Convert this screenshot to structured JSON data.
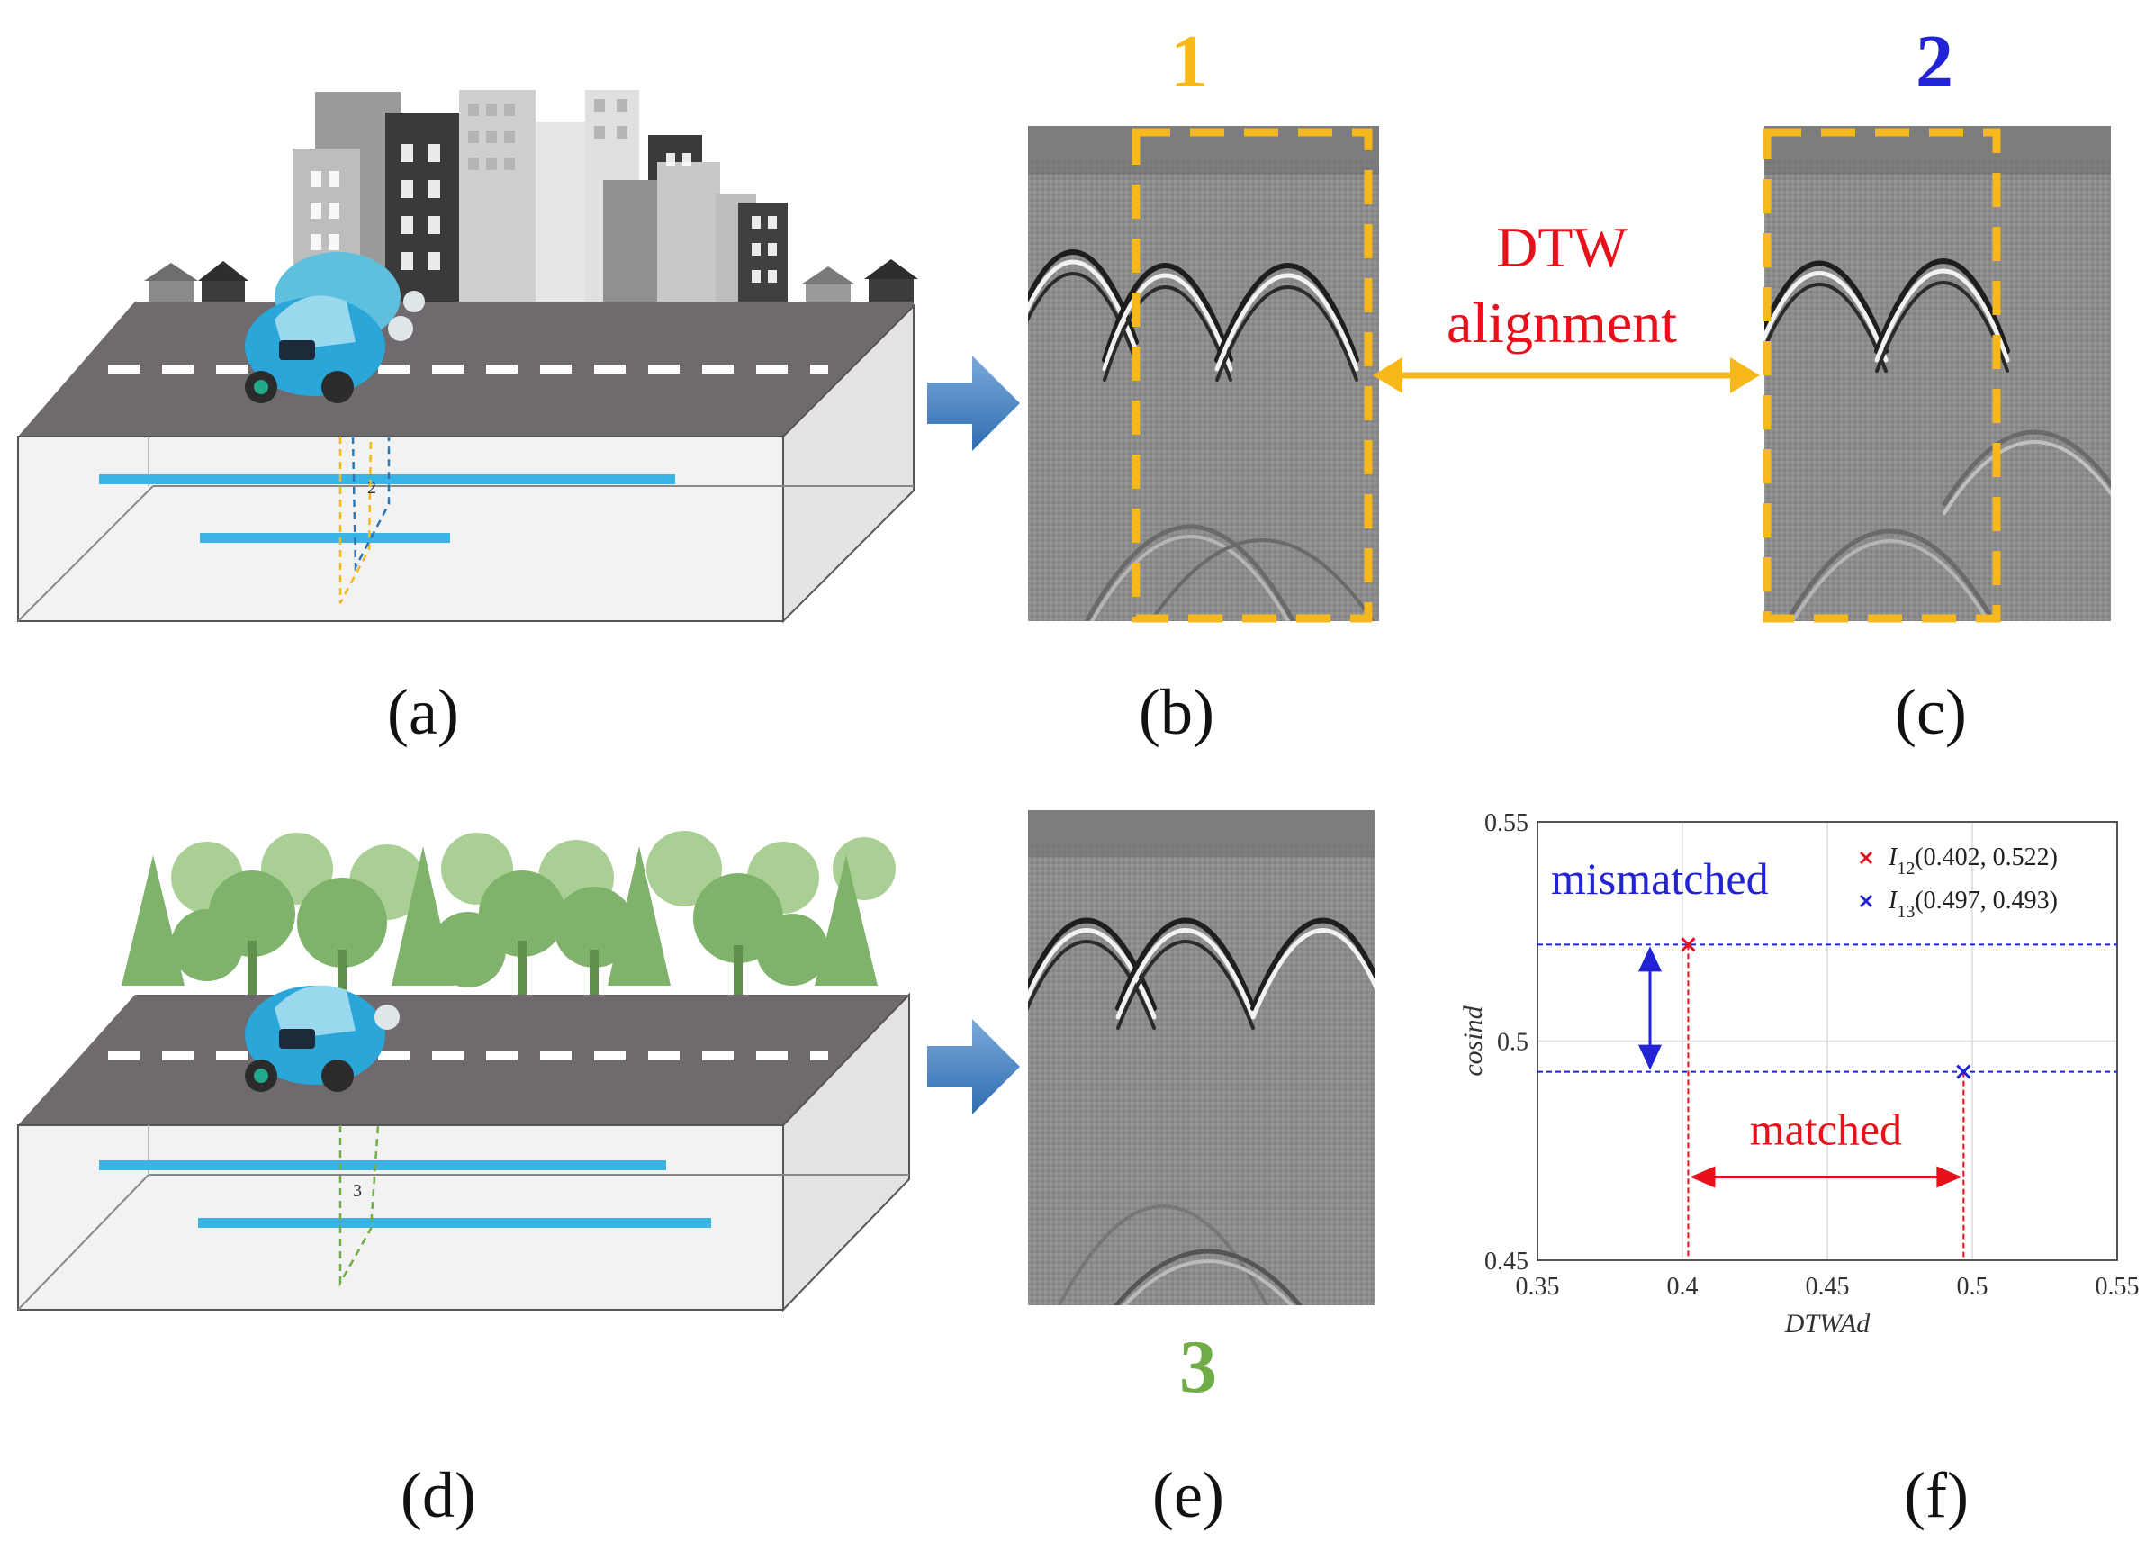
{
  "panels": {
    "a": "(a)",
    "b": "(b)",
    "c": "(c)",
    "d": "(d)",
    "e": "(e)",
    "f": "(f)"
  },
  "scene_labels": {
    "path_2": "2",
    "path_3": "3"
  },
  "radargram_labels": {
    "b_number": "1",
    "c_number": "2",
    "e_number": "3"
  },
  "dtw": {
    "line1": "DTW",
    "line2": "alignment"
  },
  "colors": {
    "orange": "#f6b81a",
    "blue_number": "#2323d6",
    "green_number": "#70ad47",
    "red": "#e8101a",
    "pipe": "#3ab4e6",
    "road": "#6f6a6d",
    "arrow": "#4a86c5"
  },
  "chart_data": {
    "type": "scatter",
    "xlabel": "DTWAd",
    "ylabel": "cosind",
    "xlim": [
      0.35,
      0.55
    ],
    "ylim": [
      0.45,
      0.55
    ],
    "xticks": [
      "0.35",
      "0.4",
      "0.45",
      "0.5",
      "0.55"
    ],
    "yticks": [
      "0.45",
      "0.5",
      "0.55"
    ],
    "grid": true,
    "legend_position": "top-right",
    "series": [
      {
        "name": "I12",
        "label_sub": "12",
        "coords": "(0.402, 0.522)",
        "x": 0.402,
        "y": 0.522,
        "color": "#e8101a"
      },
      {
        "name": "I13",
        "label_sub": "13",
        "coords": "(0.497, 0.493)",
        "x": 0.497,
        "y": 0.493,
        "color": "#2323d6"
      }
    ],
    "annotations": {
      "mismatched": "mismatched",
      "matched": "matched"
    }
  }
}
